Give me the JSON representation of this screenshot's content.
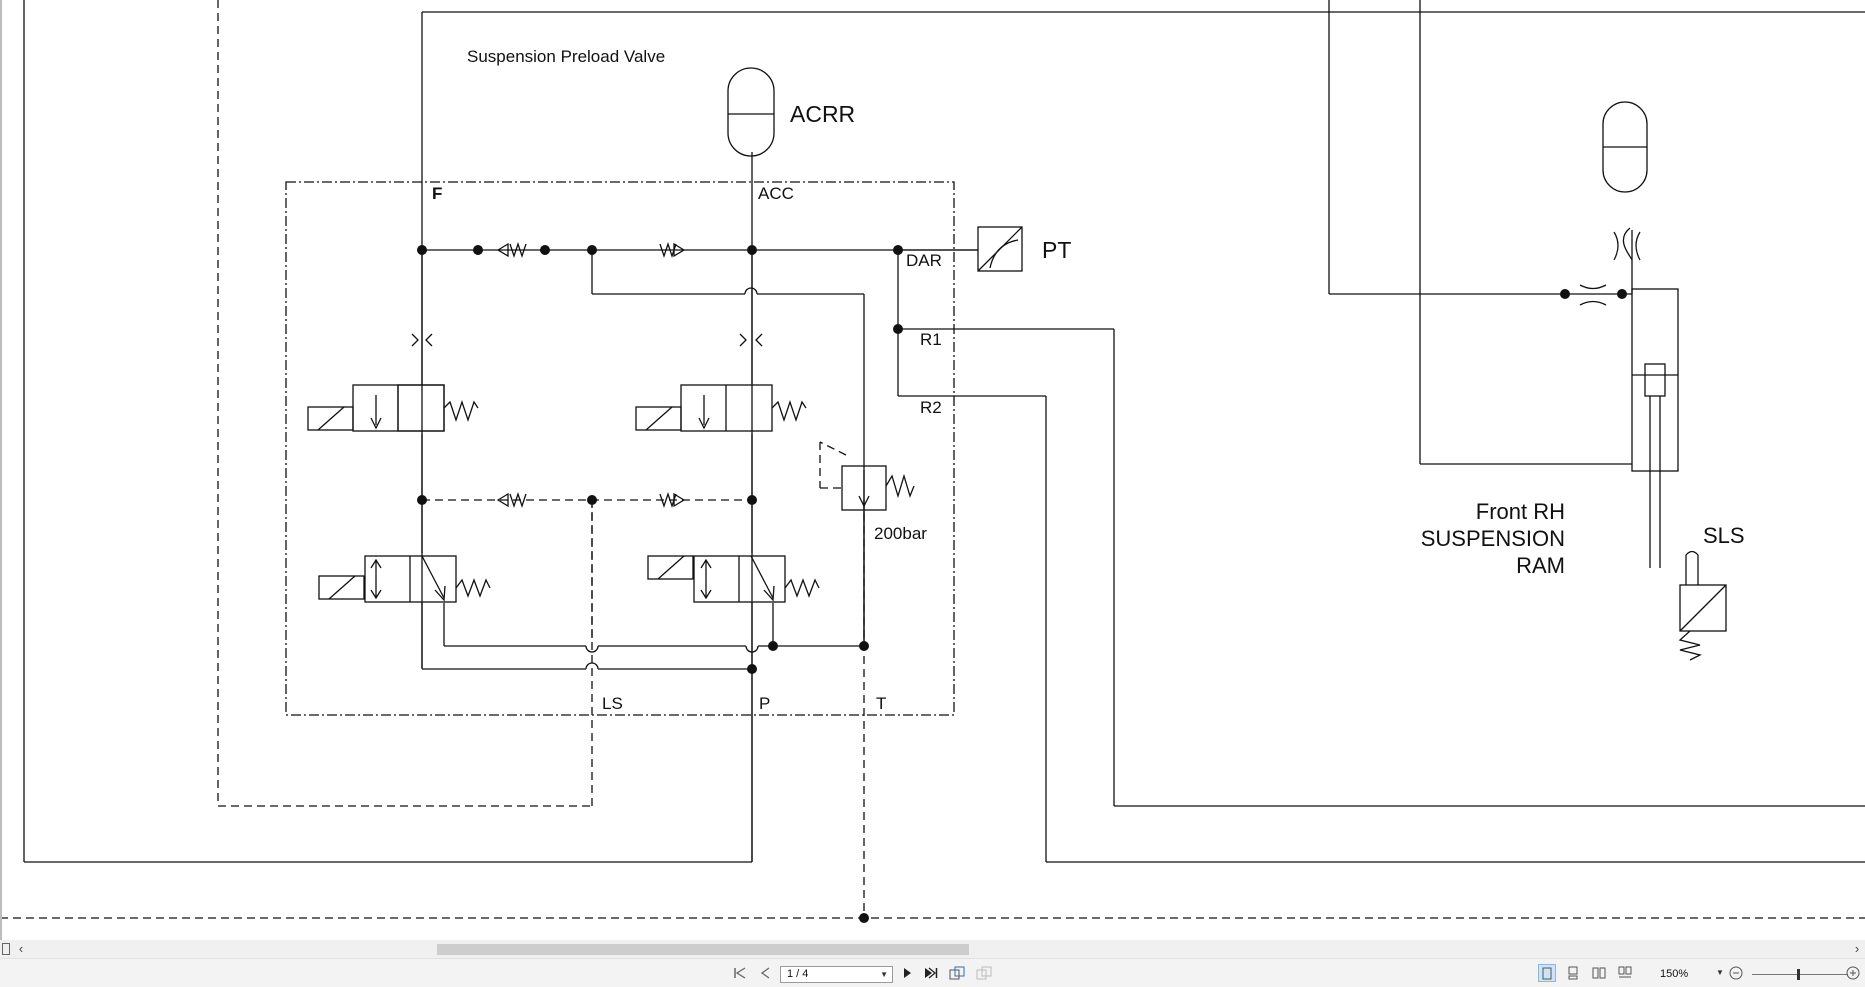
{
  "schematic": {
    "title": "Suspension Preload Valve",
    "accumulator_label": "ACRR",
    "transducer_label": "PT",
    "relief_setting": "200bar",
    "ram_label_lines": [
      "Front RH",
      "SUSPENSION",
      "RAM"
    ],
    "sensor_label": "SLS",
    "ports": {
      "F": "F",
      "ACC": "ACC",
      "DAR": "DAR",
      "R1": "R1",
      "R2": "R2",
      "LS": "LS",
      "P": "P",
      "T": "T"
    }
  },
  "hscroll": {
    "left_arrow": "‹",
    "right_arrow": "›"
  },
  "statusbar": {
    "page_indicator": "1 / 4",
    "zoom_level": "150%",
    "nav_icons": [
      "first-page-icon",
      "prev-page-icon",
      "next-page-icon",
      "last-page-icon",
      "rotate-view-icon",
      "rotate-view-disabled-icon"
    ],
    "layout_icons": [
      "single-page-icon",
      "continuous-page-icon",
      "two-page-icon",
      "two-page-continuous-icon"
    ],
    "zoom_icons": [
      "zoom-out-icon",
      "zoom-in-icon"
    ]
  }
}
